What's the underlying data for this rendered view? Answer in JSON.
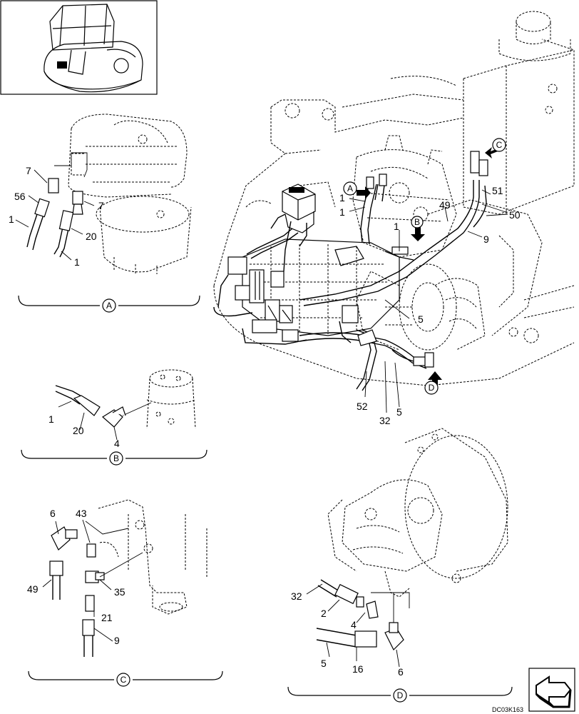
{
  "labels": {
    "a_7_top": "7",
    "a_56": "56",
    "a_7_right": "7",
    "a_1_left": "1",
    "a_20": "20",
    "a_1_bottom": "1",
    "m_1_a": "1",
    "m_1_b": "1",
    "m_1_c": "1",
    "m_49": "49",
    "m_51": "51",
    "m_50": "50",
    "m_9": "9",
    "m_5_a": "5",
    "m_52": "52",
    "m_32": "32",
    "m_5_b": "5",
    "b_1": "1",
    "b_20": "20",
    "b_4": "4",
    "c_6": "6",
    "c_43": "43",
    "c_49": "49",
    "c_35": "35",
    "c_21": "21",
    "c_9": "9",
    "d_32": "32",
    "d_2": "2",
    "d_4": "4",
    "d_5": "5",
    "d_16": "16",
    "d_6": "6"
  },
  "views": {
    "a": "A",
    "b": "B",
    "c": "C",
    "d": "D"
  },
  "drawing_code": "DC03K163"
}
